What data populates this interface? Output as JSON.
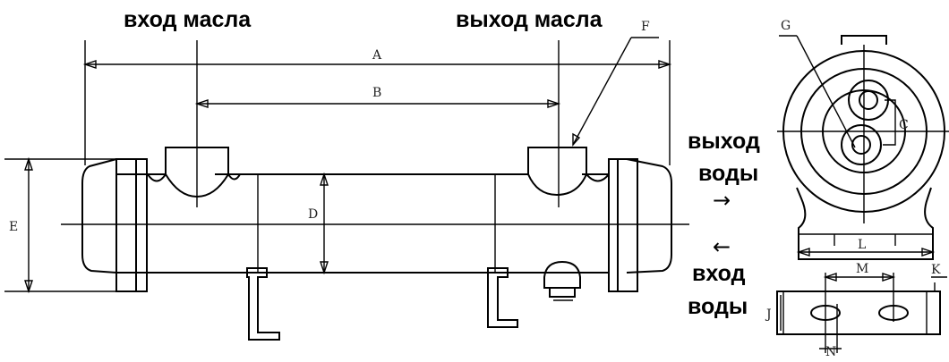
{
  "labels": {
    "oil_in": "вход масла",
    "oil_out": "выход масла",
    "water_out_line1": "выход",
    "water_out_line2": "воды",
    "water_in_line1": "вход",
    "water_in_line2": "воды"
  },
  "arrows": {
    "right": "→",
    "left": "←"
  },
  "dims": {
    "A": "A",
    "B": "B",
    "D": "D",
    "E": "E",
    "F": "F",
    "G": "G",
    "C": "C",
    "L": "L",
    "M": "M",
    "K": "K",
    "J": "J",
    "N": "N"
  }
}
